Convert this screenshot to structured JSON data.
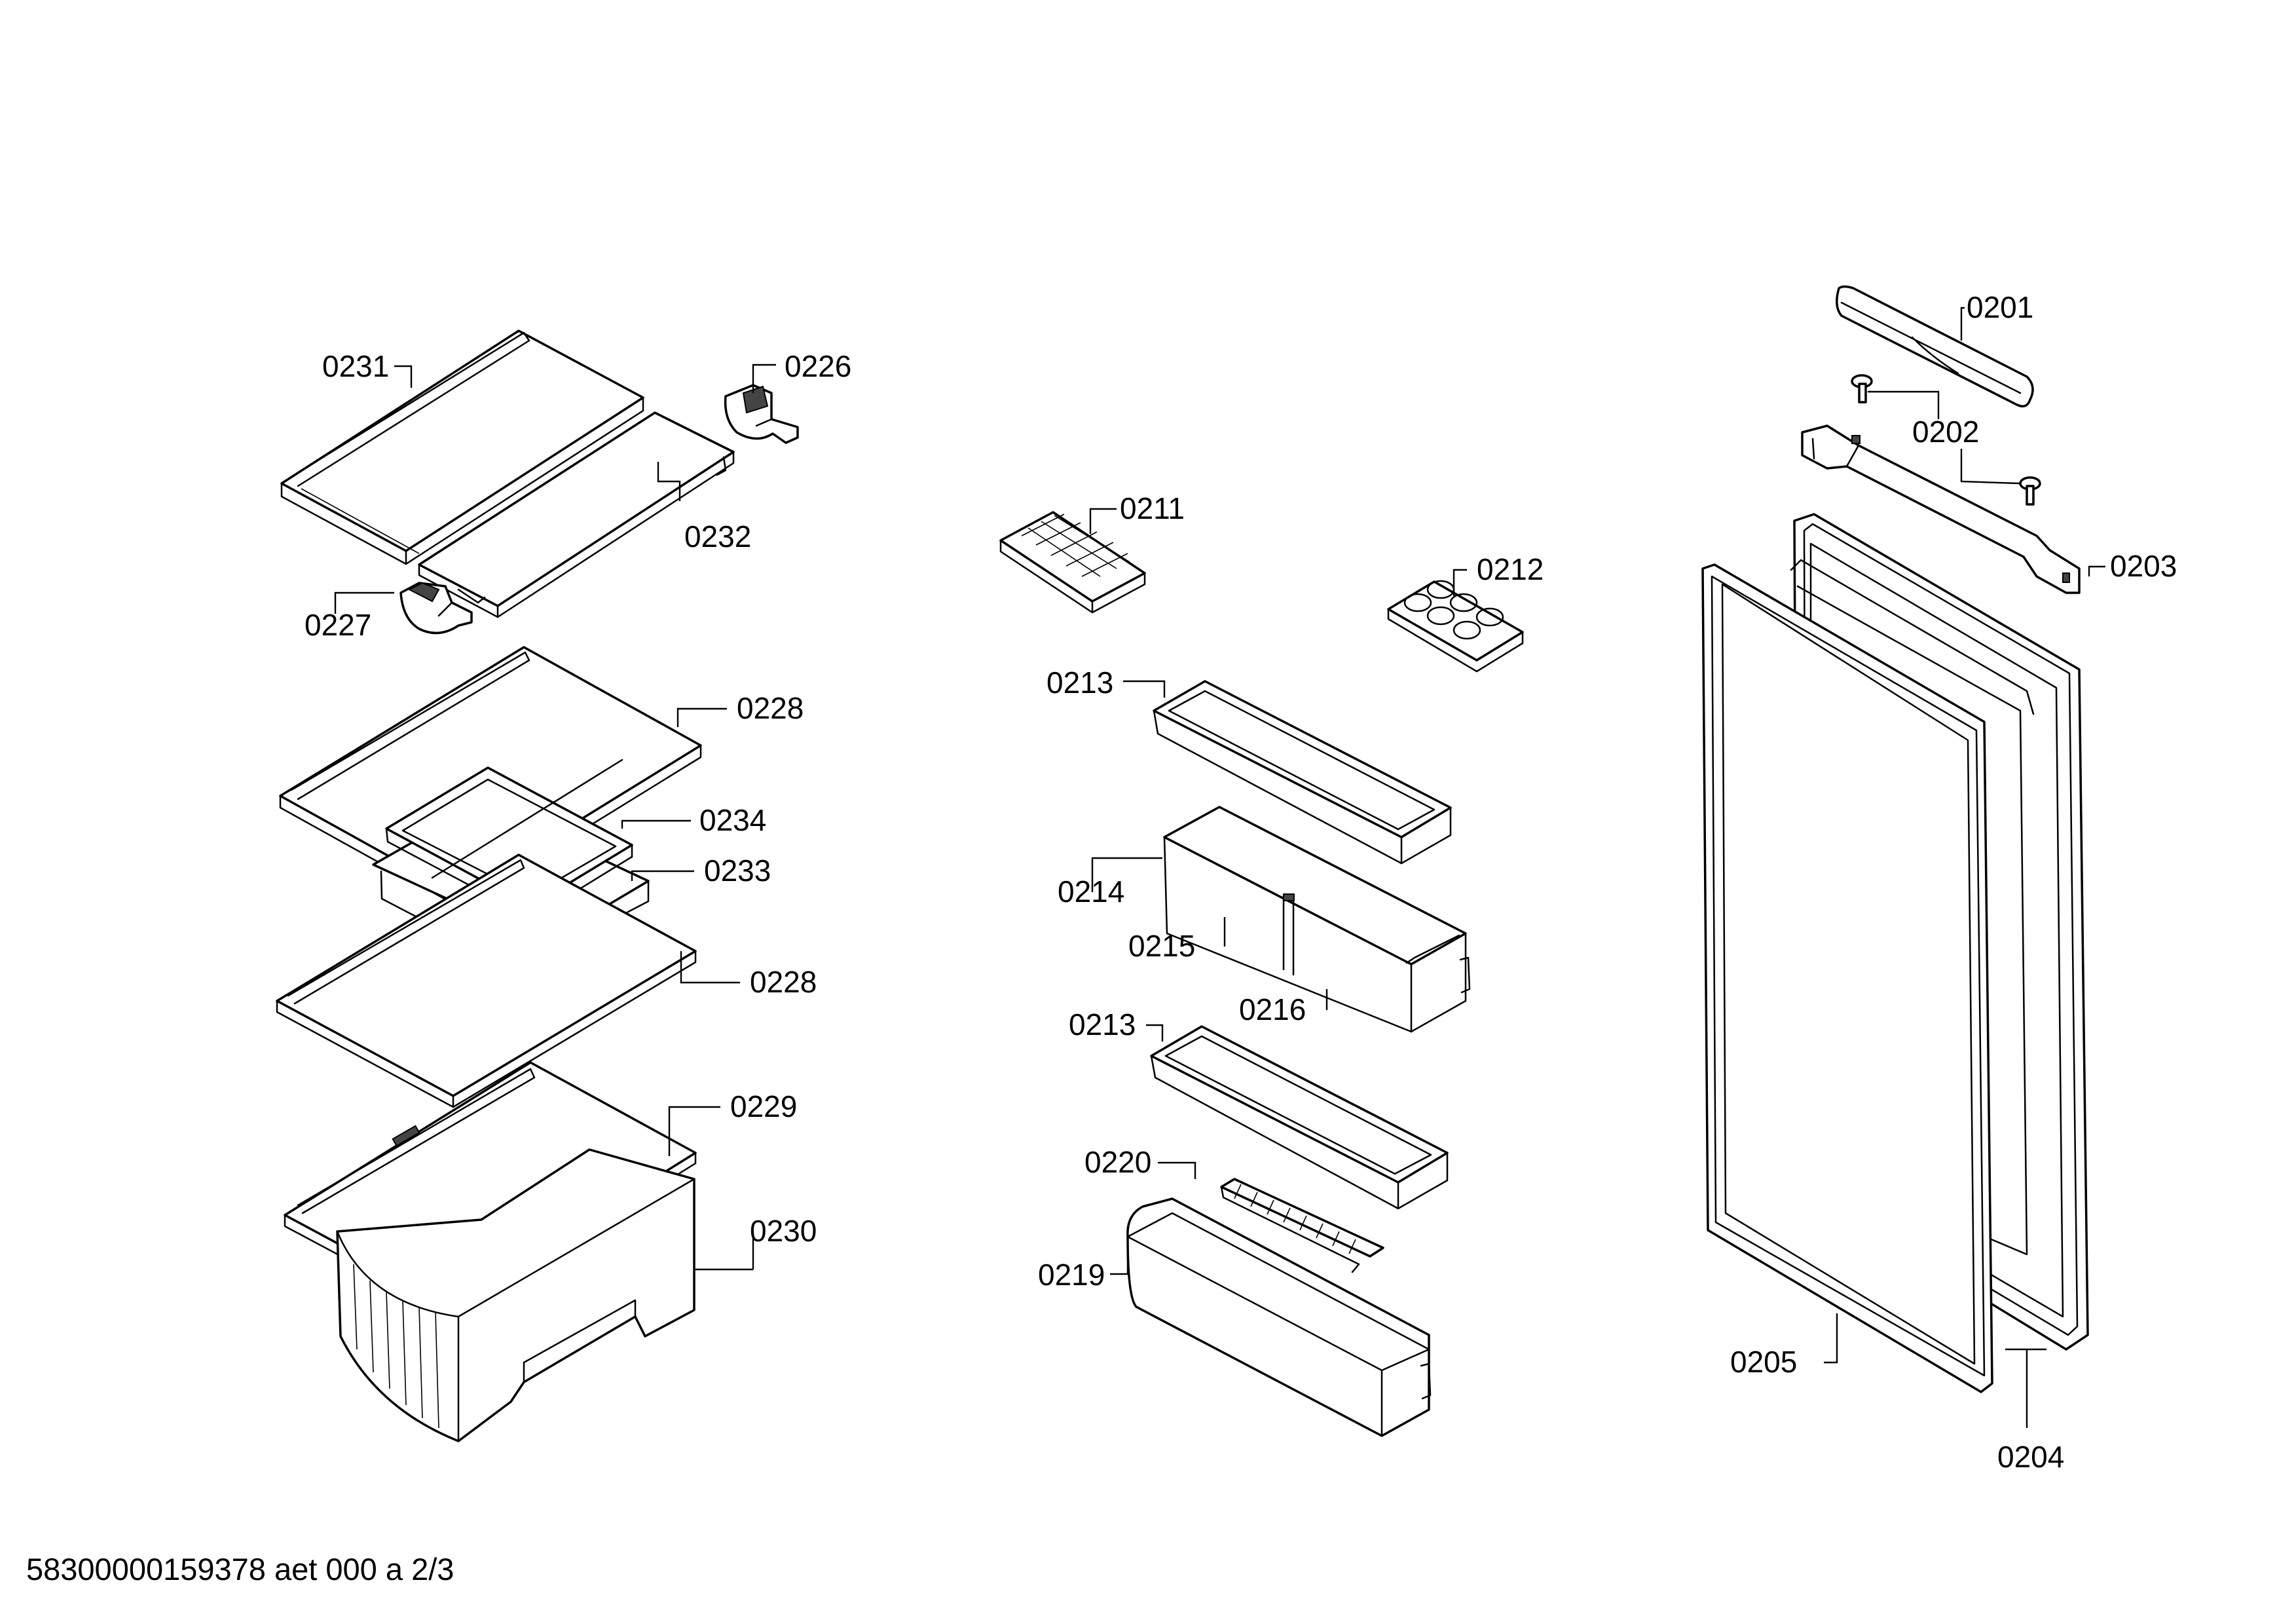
{
  "labels": {
    "p0201": "0201",
    "p0202": "0202",
    "p0203": "0203",
    "p0204": "0204",
    "p0205": "0205",
    "p0211": "0211",
    "p0212": "0212",
    "p0213a": "0213",
    "p0213b": "0213",
    "p0214": "0214",
    "p0215": "0215",
    "p0216": "0216",
    "p0219": "0219",
    "p0220": "0220",
    "p0226": "0226",
    "p0227": "0227",
    "p0228a": "0228",
    "p0228b": "0228",
    "p0229": "0229",
    "p0230": "0230",
    "p0231": "0231",
    "p0232": "0232",
    "p0233": "0233",
    "p0234": "0234"
  },
  "footer": "58300000159378 aet 000 a 2/3"
}
